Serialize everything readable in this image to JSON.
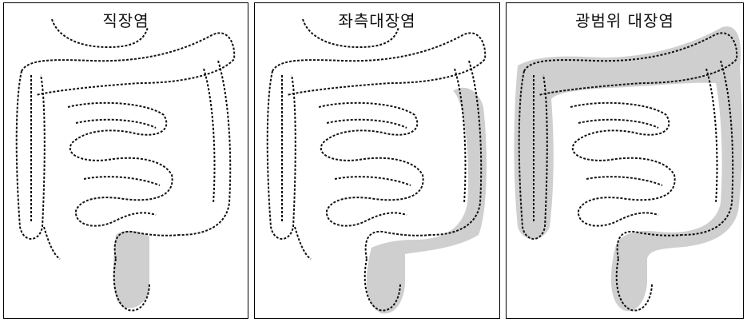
{
  "panels": [
    {
      "title": "직장염",
      "inflamed_region": "rectum"
    },
    {
      "title": "좌측대장염",
      "inflamed_region": "left-colon"
    },
    {
      "title": "광범위 대장염",
      "inflamed_region": "extensive-colon"
    }
  ],
  "colors": {
    "inflamed_fill": "#cfcfcf",
    "outline": "#111111",
    "background": "#ffffff"
  }
}
